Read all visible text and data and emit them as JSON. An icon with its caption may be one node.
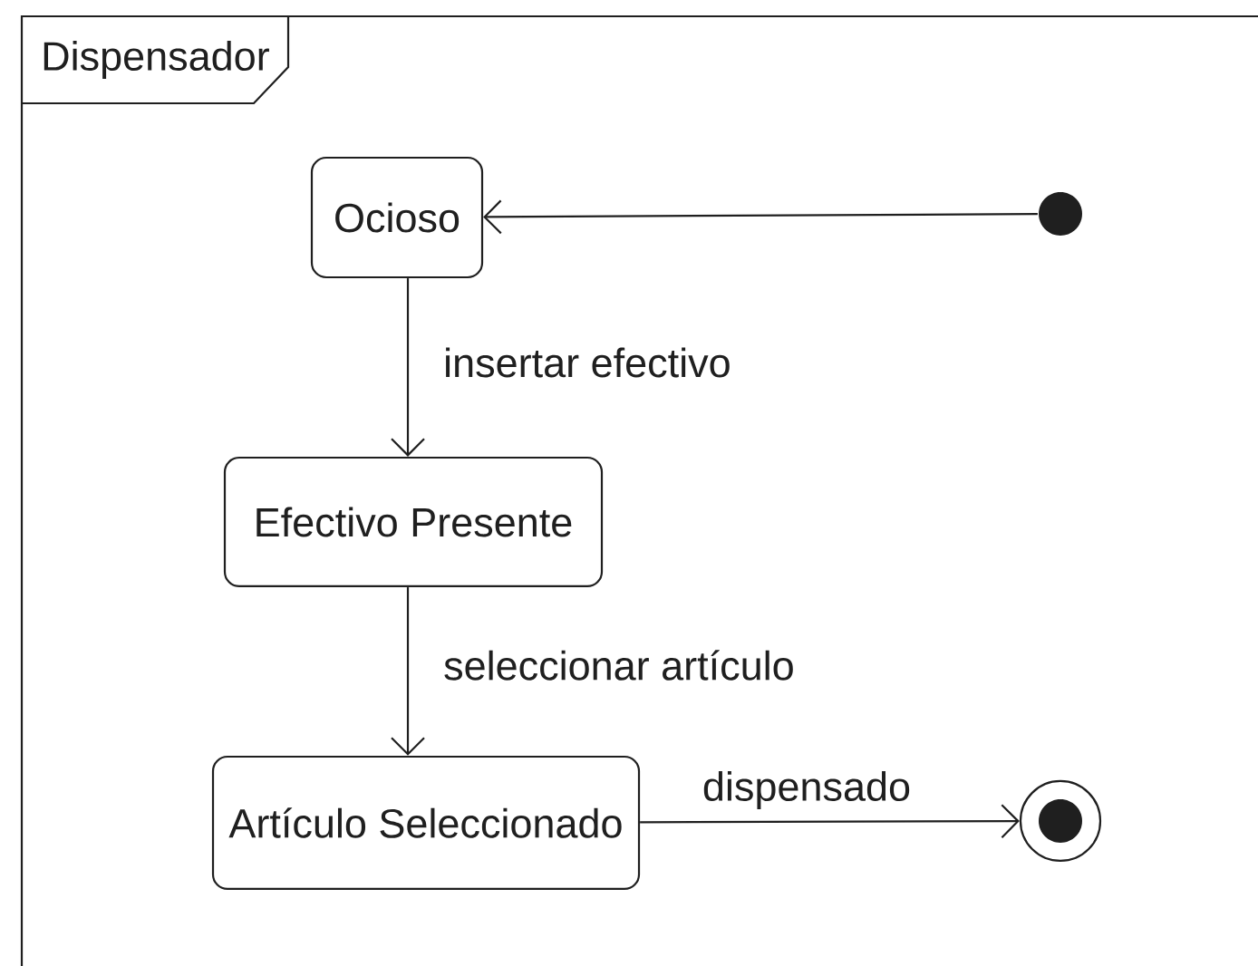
{
  "diagram": {
    "nodes": [
      {
        "text": [
          "Dispensador"
        ]
      },
      {
        "text": [
          "Ocioso"
        ],
        "in": 0
      },
      {
        "text": [
          "Efectivo Presente"
        ],
        "in": 0
      },
      {
        "text": [
          "Artículo Seleccionado"
        ],
        "in": 0
      },
      {
        "text": [],
        "shape": "circle",
        "in": 0
      },
      {
        "text": [],
        "shape": "circle",
        "in": 0
      }
    ],
    "edges": [
      {
        "from": 4,
        "to": 1,
        "arrow": "to"
      },
      {
        "from": 1,
        "to": 2,
        "arrow": "to",
        "label": "insertar efectivo"
      },
      {
        "from": 2,
        "to": 3,
        "arrow": "to",
        "label": "seleccionar artículo"
      },
      {
        "from": 3,
        "to": 5,
        "arrow": "to",
        "label": "dispensado"
      }
    ]
  }
}
